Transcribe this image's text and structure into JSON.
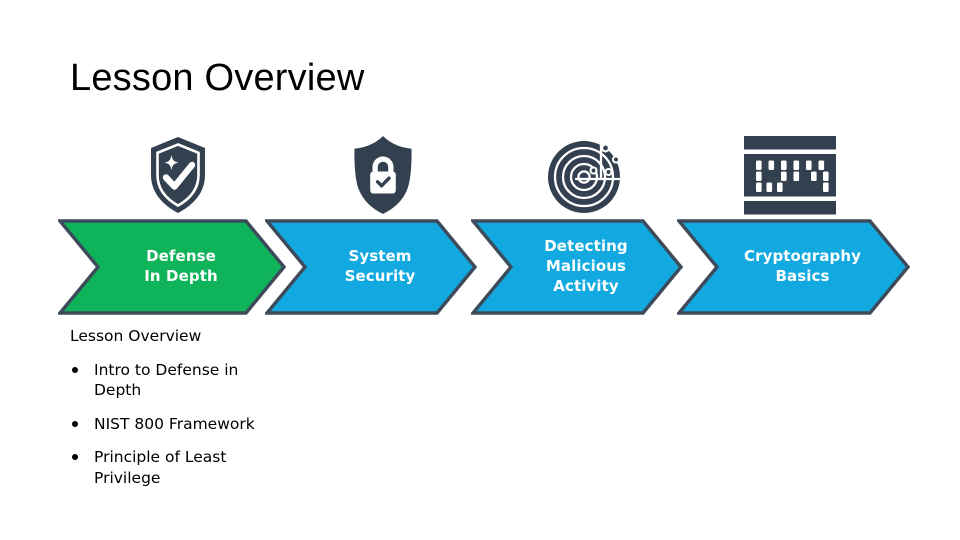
{
  "slide": {
    "title": "Lesson Overview",
    "background_color": "#ffffff"
  },
  "colors": {
    "accent_green": "#0FB45A",
    "accent_blue": "#12A9E0",
    "outline_dark": "#3D4A5A",
    "icon_dark": "#33404F",
    "text_dark": "#000000",
    "chevron_text": "#ffffff"
  },
  "process_flow": {
    "steps": [
      {
        "id": "defense-in-depth",
        "lines": [
          "Defense",
          "In Depth"
        ],
        "color": "#0FB45A",
        "icon": "shield-check-sparkle-icon",
        "active": true
      },
      {
        "id": "system-security",
        "lines": [
          "System",
          "Security"
        ],
        "color": "#12A9E0",
        "icon": "shield-lock-icon",
        "active": false
      },
      {
        "id": "detecting-malicious-activity",
        "lines": [
          "Detecting",
          "Malicious",
          "Activity"
        ],
        "color": "#12A9E0",
        "icon": "radar-scope-icon",
        "active": false
      },
      {
        "id": "cryptography-basics",
        "lines": [
          "Cryptography",
          "Basics"
        ],
        "color": "#12A9E0",
        "icon": "punch-card-cipher-icon",
        "active": false
      }
    ]
  },
  "content": {
    "heading": "Lesson Overview",
    "bullets": [
      "Intro to Defense in Depth",
      "NIST 800 Framework",
      "Principle of Least Privilege"
    ]
  }
}
